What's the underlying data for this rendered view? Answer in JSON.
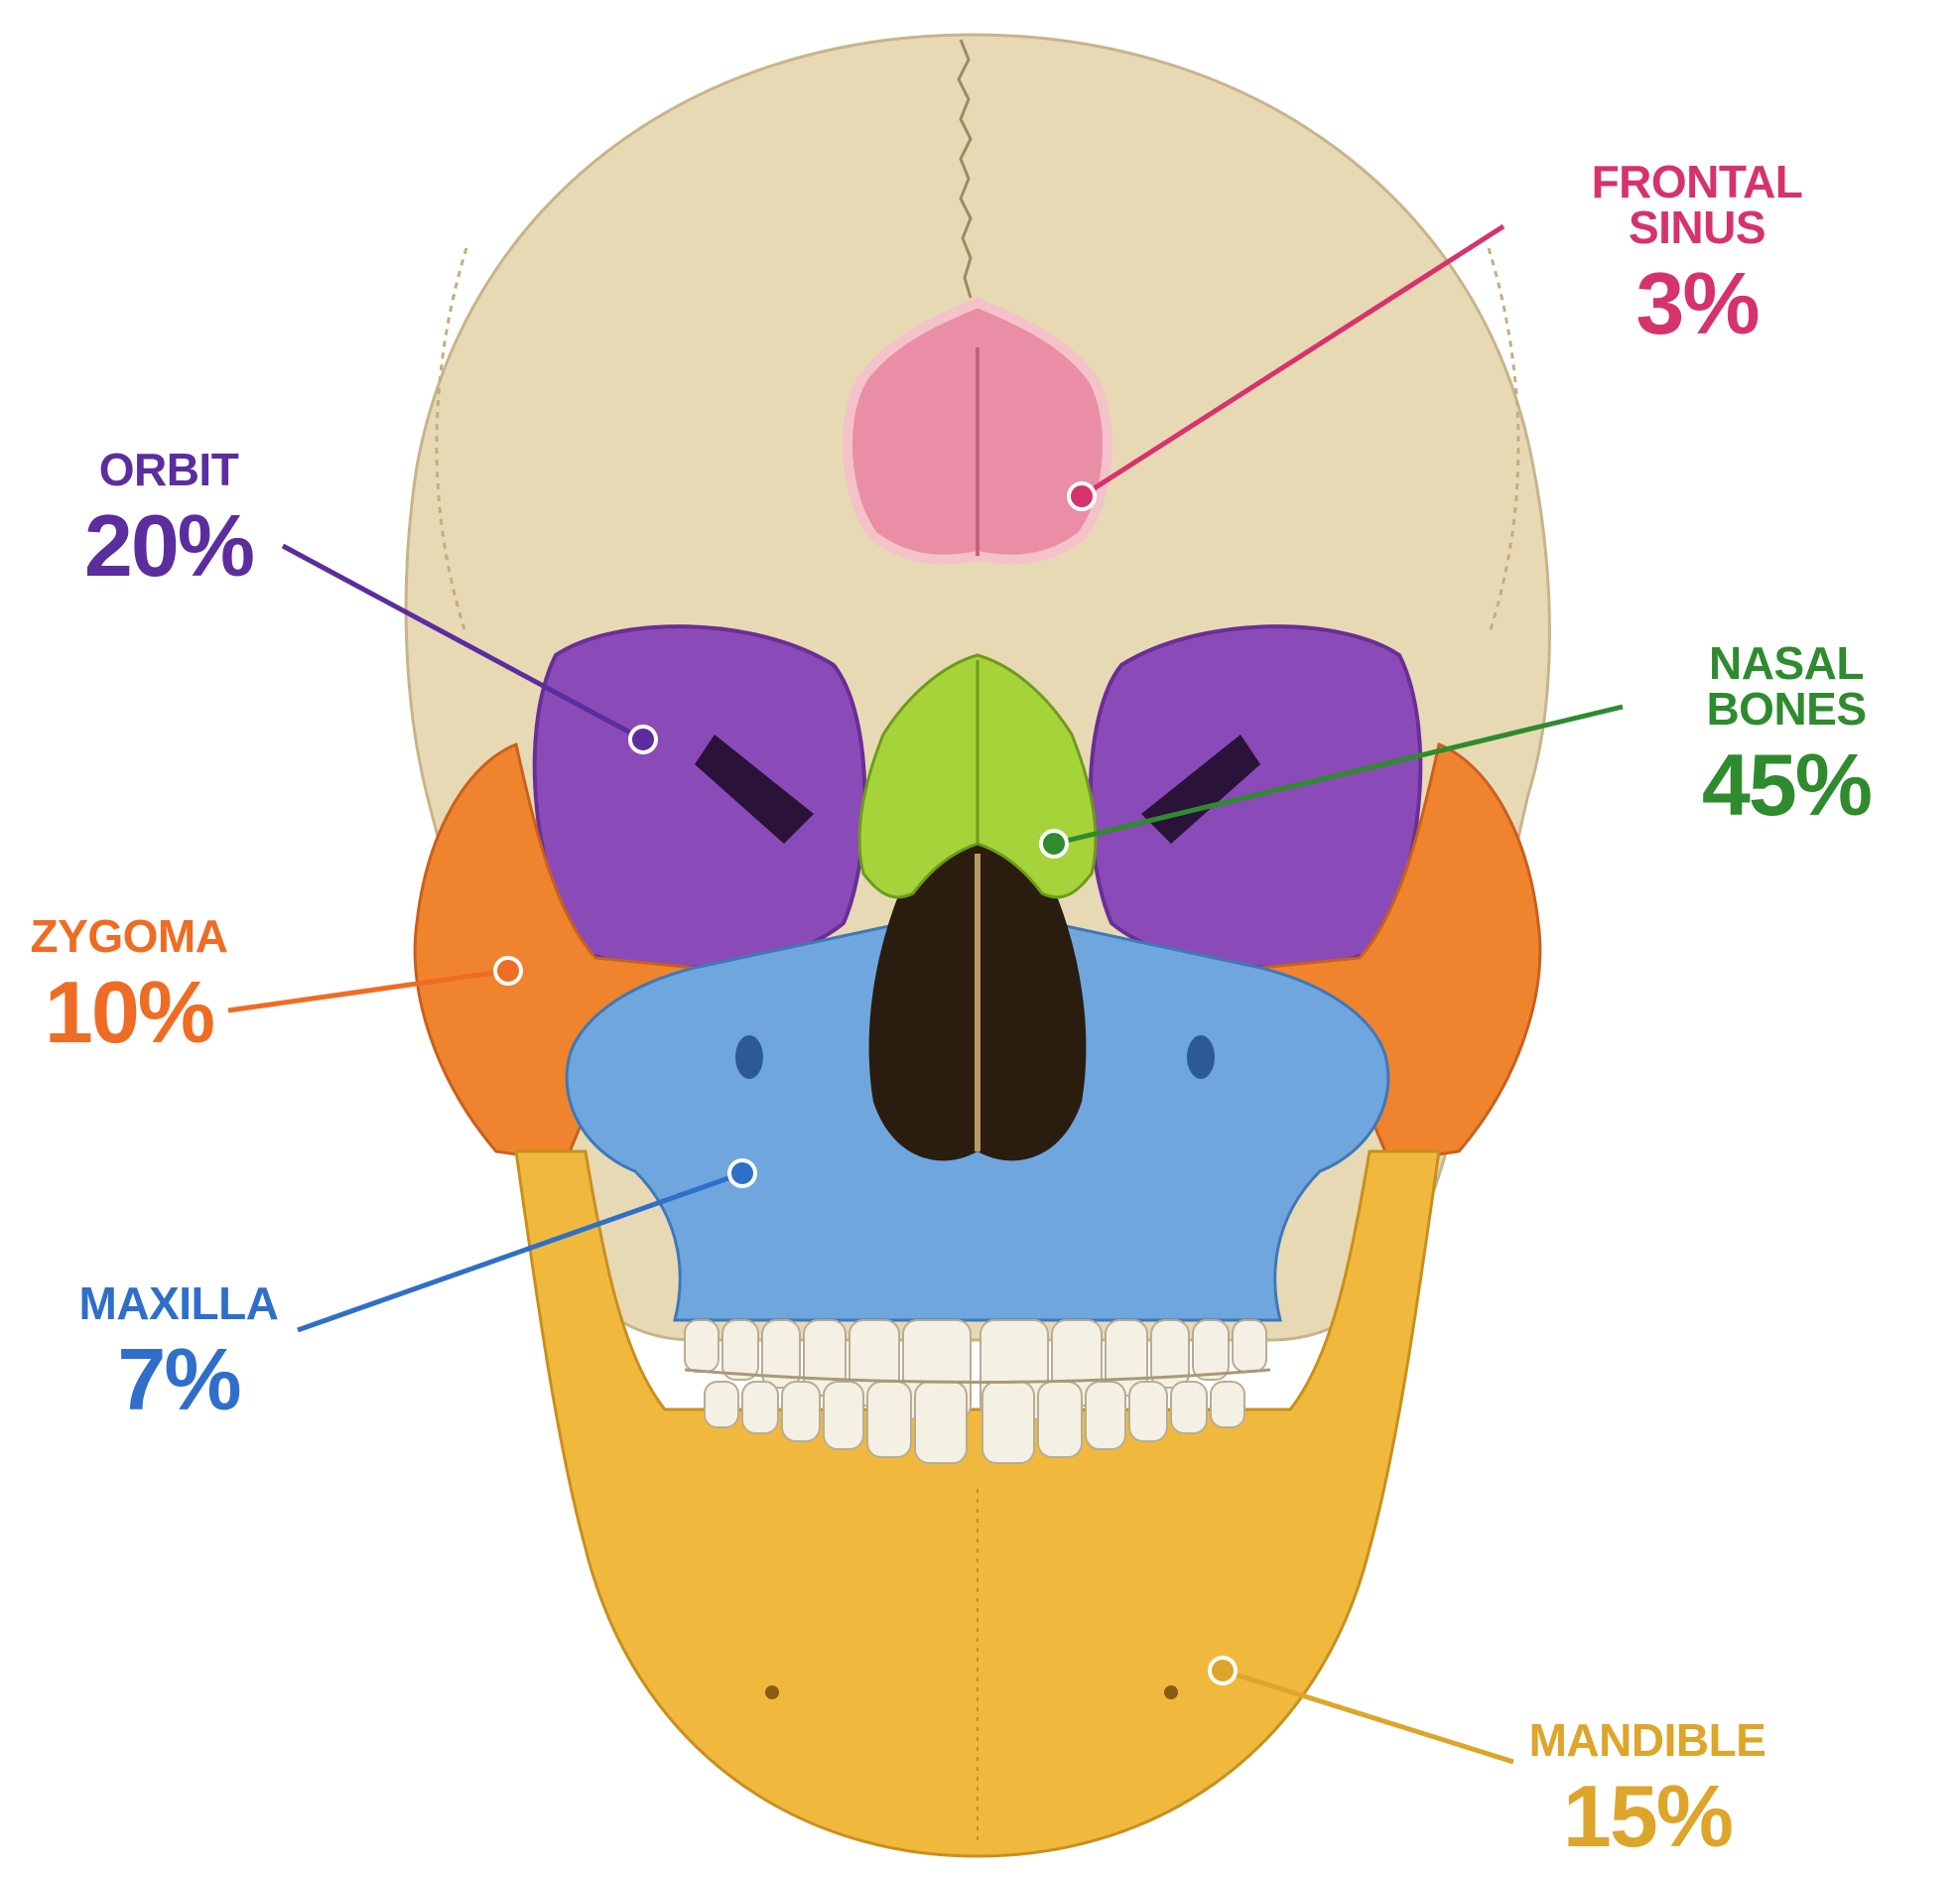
{
  "regions": [
    {
      "id": "frontal-sinus",
      "name": "FRONTAL SINUS",
      "percent": "3%",
      "color": "#d6336c"
    },
    {
      "id": "orbit",
      "name": "ORBIT",
      "percent": "20%",
      "color": "#5b2d9e"
    },
    {
      "id": "nasal-bones",
      "name": "NASAL BONES",
      "percent": "45%",
      "color": "#2e8b2e"
    },
    {
      "id": "zygoma",
      "name": "ZYGOMA",
      "percent": "10%",
      "color": "#ef6c24"
    },
    {
      "id": "maxilla",
      "name": "MAXILLA",
      "percent": "7%",
      "color": "#2f6fc9"
    },
    {
      "id": "mandible",
      "name": "MANDIBLE",
      "percent": "15%",
      "color": "#dda52a"
    }
  ],
  "bone_colors": {
    "cranium": "#e8d9b5",
    "orbit_fill": "#8a4bb8",
    "nasal_fill": "#a7d33a",
    "zygoma_fill": "#f0832e",
    "maxilla_fill": "#6fa6dd",
    "mandible_fill": "#f0b93e",
    "sinus_fill": "#e98ea6",
    "teeth": "#f4f0e4"
  }
}
